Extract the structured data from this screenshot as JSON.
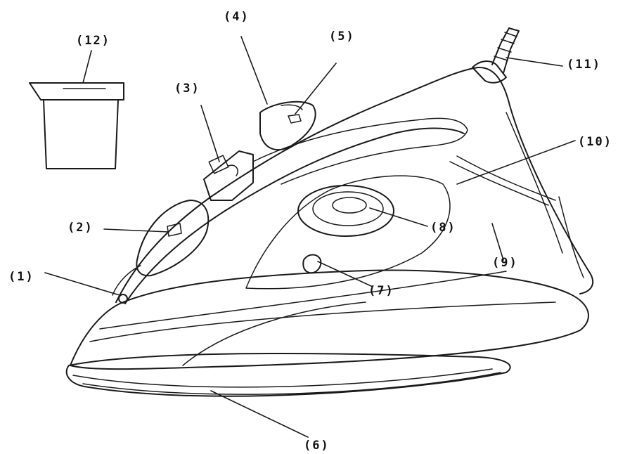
{
  "figure": {
    "callouts": [
      {
        "id": "1",
        "label": "(1)"
      },
      {
        "id": "2",
        "label": "(2)"
      },
      {
        "id": "3",
        "label": "(3)"
      },
      {
        "id": "4",
        "label": "(4)"
      },
      {
        "id": "5",
        "label": "(5)"
      },
      {
        "id": "6",
        "label": "(6)"
      },
      {
        "id": "7",
        "label": "(7)"
      },
      {
        "id": "8",
        "label": "(8)"
      },
      {
        "id": "9",
        "label": "(9)"
      },
      {
        "id": "10",
        "label": "(10)"
      },
      {
        "id": "11",
        "label": "(11)"
      },
      {
        "id": "12",
        "label": "(12)"
      }
    ]
  }
}
